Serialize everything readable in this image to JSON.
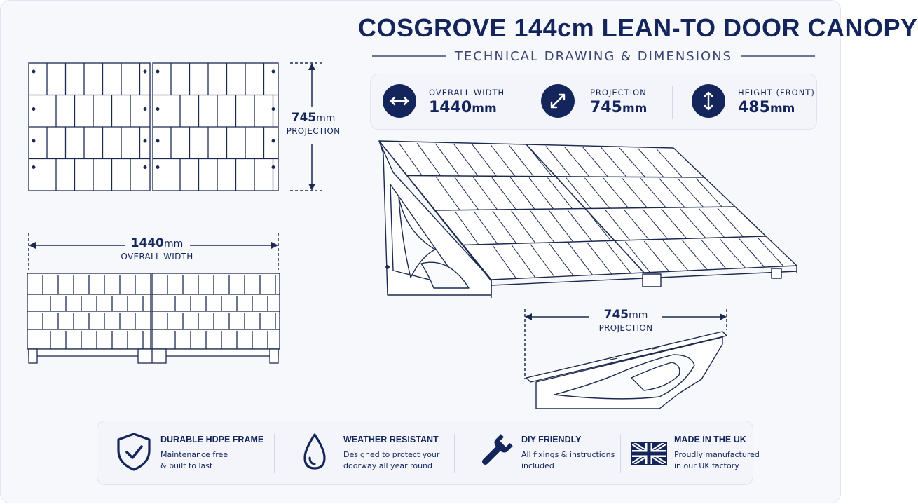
{
  "title": "COSGROVE 144cm LEAN-TO DOOR CANOPY",
  "subtitle": "TECHNICAL DRAWING & DIMENSIONS",
  "specs": [
    {
      "label": "OVERALL WIDTH",
      "value": "1440",
      "unit": "mm",
      "icon": "horizontal-arrows-icon"
    },
    {
      "label": "PROJECTION",
      "value": "745",
      "unit": "mm",
      "icon": "diagonal-arrows-icon"
    },
    {
      "label": "HEIGHT (FRONT)",
      "value": "485",
      "unit": "mm",
      "icon": "vertical-arrows-icon"
    }
  ],
  "dims": {
    "top_projection": {
      "value": "745",
      "unit": "mm",
      "caption": "PROJECTION"
    },
    "front_width": {
      "value": "1440",
      "unit": "mm",
      "caption": "OVERALL WIDTH"
    },
    "side_projection": {
      "value": "745",
      "unit": "mm",
      "caption": "PROJECTION"
    }
  },
  "features": [
    {
      "title": "DURABLE HDPE FRAME",
      "line1": "Maintenance free",
      "line2": "& built to last",
      "icon": "shield-check-icon"
    },
    {
      "title": "WEATHER RESISTANT",
      "line1": "Designed to protect your",
      "line2": "doorway all year round",
      "icon": "water-drop-icon"
    },
    {
      "title": "DIY FRIENDLY",
      "line1": "All fixings & instructions",
      "line2": "included",
      "icon": "wrench-icon"
    },
    {
      "title": "MADE IN THE UK",
      "line1": "Proudly manufactured",
      "line2": "in our UK factory",
      "icon": "uk-flag-icon"
    }
  ],
  "colors": {
    "navy": "#14255c",
    "line": "#1d2a50",
    "panel": "#f4f5fa"
  }
}
